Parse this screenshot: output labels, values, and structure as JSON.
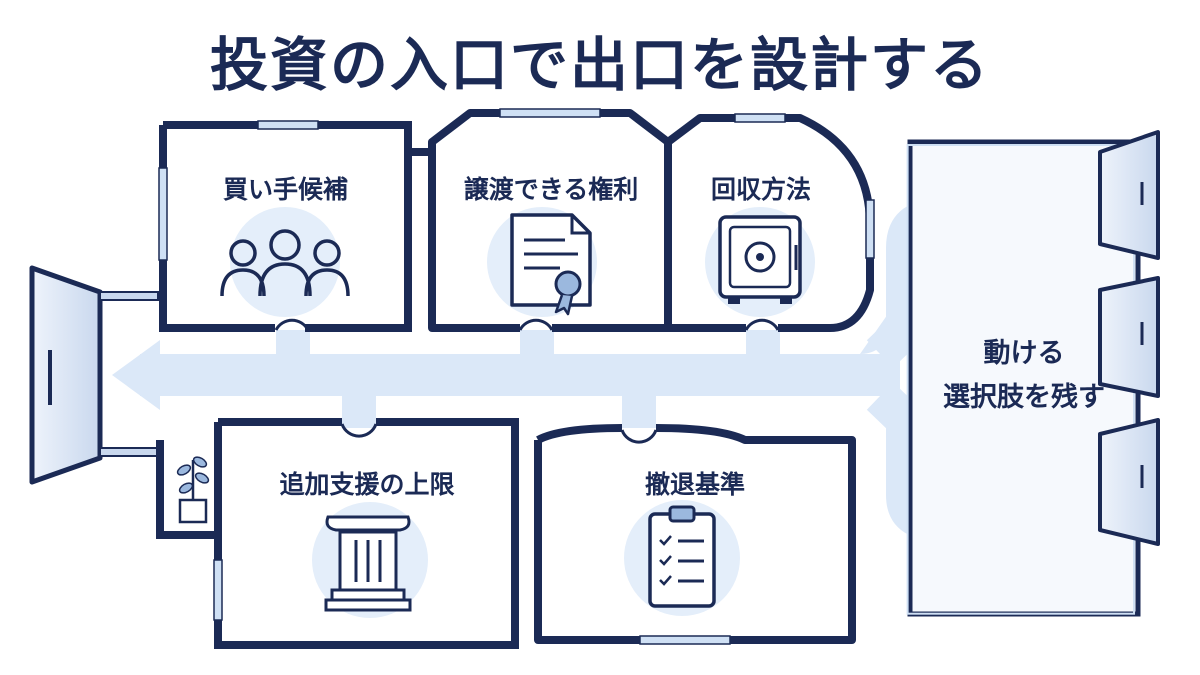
{
  "title": "投資の入口で出口を設計する",
  "rooms": {
    "buyers": "買い手候補",
    "transfer": "譲渡できる権利",
    "recovery": "回収方法",
    "additional": "追加支援の上限",
    "withdrawal": "撤退基準"
  },
  "exit_room": {
    "line1": "動ける",
    "line2": "選択肢を残す"
  },
  "colors": {
    "wall": "#1b2a55",
    "arrow": "#dbe8f8",
    "icon_bg": "#e4eefa",
    "accent": "#2c4a8a"
  }
}
